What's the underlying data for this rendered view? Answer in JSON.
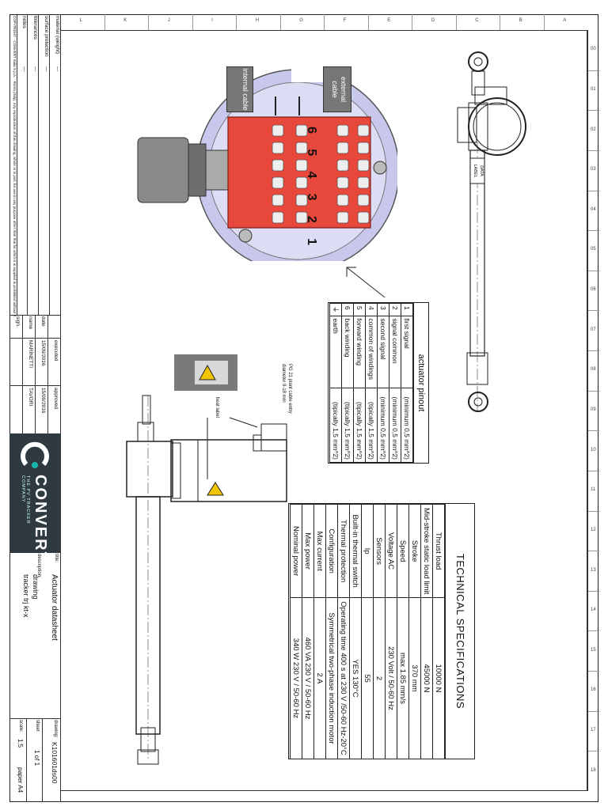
{
  "title_block": {
    "rows": [
      {
        "label": "material (weight)",
        "value": "---"
      },
      {
        "label": "surface protection",
        "value": "---"
      },
      {
        "label": "tolerances",
        "value": "---"
      },
      {
        "label": "notes",
        "value": "---"
      }
    ],
    "copyright": "COPYRIGHT - CONVERT Italia S.p.A. - Roma (Italy). Any reproduction of this drawing, whole or in part, for use in any purpose other than that for which it is supplied is prohibited without the written permission of the owner.",
    "col_headers": [
      "",
      "date",
      "name",
      "sign."
    ],
    "created_label": "executed",
    "approved_label": "approved",
    "created_date": "15/09/2016",
    "approved_date": "15/09/2016",
    "created_name": "MARINETTI",
    "approved_name": "TAVORI",
    "company": "CONVERT",
    "tagline": "THE PV TRACKER COMPANY",
    "title_label": "title:",
    "title": "Actuator datasheet",
    "desc_label": "description:",
    "desc_line1": "drawing",
    "desc_line2": "tracker trj kt-x",
    "drawing_label": "drawing:",
    "drawing_no": "K101601ds00",
    "sheet_label": "sheet",
    "sheet": "1 of 1",
    "scale_label": "scale:",
    "scale": "1:5",
    "paper": "paper A4"
  },
  "ruler": {
    "letters": [
      "L",
      "K",
      "J",
      "I",
      "H",
      "G",
      "F",
      "E",
      "D",
      "C",
      "B",
      "A"
    ],
    "numbers": [
      "00",
      "01",
      "02",
      "03",
      "04",
      "05",
      "06",
      "07",
      "08",
      "09",
      "10",
      "11",
      "12",
      "13",
      "14",
      "15",
      "16",
      "17",
      "18"
    ]
  },
  "connector": {
    "external_cable": "external cable",
    "internal_cable": "internal cable",
    "terminals": [
      "6",
      "5",
      "4",
      "3",
      "2",
      "1"
    ]
  },
  "actuator_side": {
    "pg_label": "PG 21 plant cable entry diameter 9-18 mm",
    "heat_label": "heat label"
  },
  "actuator_top": {
    "data_label": "DATA LABEL"
  },
  "pinout": {
    "title": "actuator pinout",
    "rows": [
      {
        "no": "1",
        "name": "first signal",
        "spec": "(minimum 0,5 mm^2)"
      },
      {
        "no": "2",
        "name": "signal common",
        "spec": "(minimum 0,5 mm^2)"
      },
      {
        "no": "3",
        "name": "second signal",
        "spec": "(minimum 0,5 mm^2)"
      },
      {
        "no": "4",
        "name": "common of windings",
        "spec": "(tipically 1,5 mm^2)"
      },
      {
        "no": "5",
        "name": "forward winding",
        "spec": "(tipically 1,5 mm^2)"
      },
      {
        "no": "6",
        "name": "back winding",
        "spec": "(tipically 1,5 mm^2)"
      },
      {
        "no": "⏚",
        "name": "earth",
        "spec": "(tipically 1,5 mm^2)"
      }
    ]
  },
  "specs": {
    "title": "TECHNICAL SPECIFICATIONS",
    "rows": [
      {
        "k": "Thrust load",
        "v": "10000 N"
      },
      {
        "k": "Mid-stroke static load limit",
        "v": "45000 N"
      },
      {
        "k": "Stroke",
        "v": "370 mm"
      },
      {
        "k": "Speed",
        "v": "max 1.85 mm/s"
      },
      {
        "k": "Voltage AC",
        "v": "230 Volt / 50-60 Hz"
      },
      {
        "k": "Sensors",
        "v": "2"
      },
      {
        "k": "Ip",
        "v": "55"
      },
      {
        "k": "Built-in thermal switch",
        "v": "YES 130°C"
      },
      {
        "k": "Thermal protection",
        "v": "Operating time 400 s at 230 V /50-60 Hz-20°C"
      },
      {
        "k": "Configuration",
        "v": "Symmetrical two-phase induction motor"
      },
      {
        "k": "Max current",
        "v": "2 A"
      },
      {
        "k": "Max power",
        "v": "460 VA  230 V / 50-60 Hz"
      },
      {
        "k": "Nominal power",
        "v": "340 W  230 V / 50-60 Hz"
      }
    ]
  },
  "colors": {
    "connector_red": "#e8483c",
    "housing_blue": "#c8c8ec",
    "logo_bg": "#2e3a40",
    "logo_accent": "#19b5ad"
  }
}
